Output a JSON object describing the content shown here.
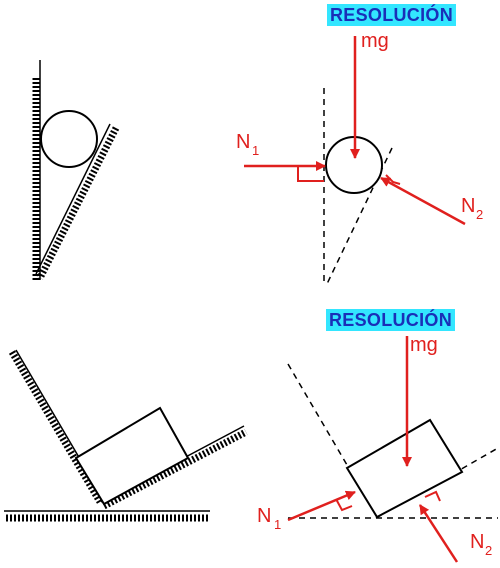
{
  "labels": {
    "resolution_top": "RESOLUCIÓN",
    "resolution_bottom": "RESOLUCIÓN",
    "weight": "mg",
    "normal_base": "N",
    "normal_1_sub": "1",
    "normal_2_sub": "2"
  },
  "colors": {
    "badge_background": "#33e6ff",
    "badge_text": "#1a2fb8",
    "force_arrows": "#e0201e"
  }
}
